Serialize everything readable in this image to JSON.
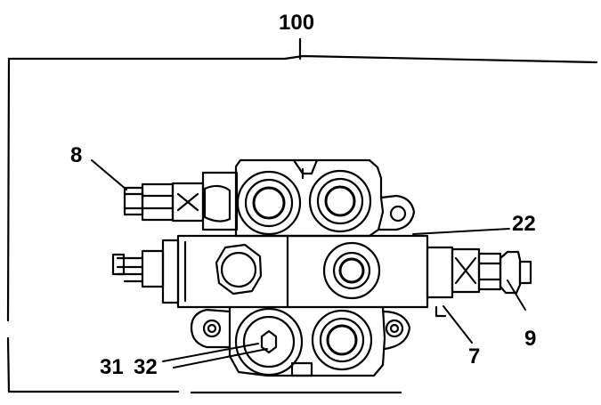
{
  "diagram": {
    "assembly_label": "100",
    "callouts": {
      "c8": "8",
      "c22": "22",
      "c7": "7",
      "c9": "9",
      "c31": "31",
      "c32": "32"
    },
    "colors": {
      "ink": "#000000",
      "paper": "#ffffff"
    }
  }
}
